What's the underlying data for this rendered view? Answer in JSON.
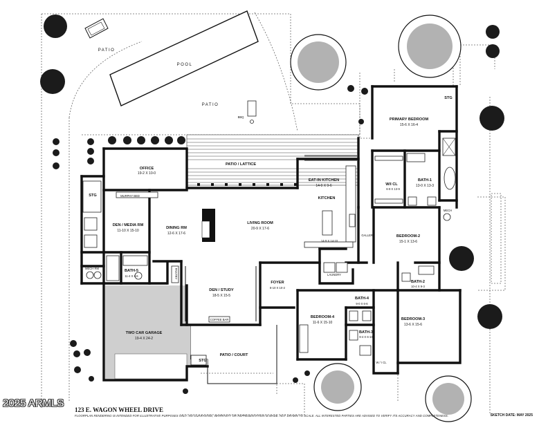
{
  "plan": {
    "outdoor": {
      "patio_north": "PATIO",
      "pool": "POOL",
      "patio_middle": "PATIO",
      "bbq": "BBQ",
      "patio_lattice": "PATIO / LATTICE",
      "patio_court": "PATIO / COURT"
    },
    "rooms": {
      "office": {
        "name": "OFFICE",
        "dims": "19-2 X 10-0"
      },
      "stg_west": {
        "name": "STG"
      },
      "murphy_bed": {
        "name": "MURPHY BED"
      },
      "den_media": {
        "name": "DEN / MEDIA RM",
        "dims": "11-10 X 15-10"
      },
      "dining": {
        "name": "DINING RM",
        "dims": "12-6 X 17-6"
      },
      "fireplace": {
        "name": "FP"
      },
      "living": {
        "name": "LIVING ROOM",
        "dims": "20-9 X 17-6"
      },
      "kitchen": {
        "name": "EAT-IN KITCHEN",
        "dims": "14-9 X 9-6"
      },
      "kitchen_label": {
        "name": "KITCHEN"
      },
      "kitchen_dims": {
        "dims": "14-9 X 14-10"
      },
      "pantry": {
        "name": "PANTRY"
      },
      "laundry": {
        "name": "LAUNDRY"
      },
      "gallery": {
        "name": "GALLERY"
      },
      "mech_west": {
        "name": "MECH RM"
      },
      "bath5": {
        "name": "BATH-5",
        "dims": "11-4 X 6-6"
      },
      "den_study": {
        "name": "DEN / STUDY",
        "dims": "18-5 X 15-5"
      },
      "coffee_bar": {
        "name": "COFFEE BAR"
      },
      "foyer": {
        "name": "FOYER",
        "dims": "8-10 X 10-2"
      },
      "garage": {
        "name": "TWO CAR GARAGE",
        "dims": "19-4 X 24-2"
      },
      "stg_garage": {
        "name": "STG"
      },
      "primary": {
        "name": "PRIMARY BEDROOM",
        "dims": "15-6 X 16-4"
      },
      "stg_primary": {
        "name": "STG"
      },
      "wic": {
        "name": "W/I CL",
        "dims": "6-9 X 13-9"
      },
      "bath1": {
        "name": "BATH-1",
        "dims": "13-0 X 13-3"
      },
      "mech_east": {
        "name": "MECH"
      },
      "bedroom2": {
        "name": "BEDROOM-2",
        "dims": "15-1 X 13-6"
      },
      "bath2": {
        "name": "BATH-2",
        "dims": "10-4 X 9-3"
      },
      "bath4": {
        "name": "BATH-4",
        "dims": "9-0 X 6-6"
      },
      "bath3": {
        "name": "BATH-3",
        "dims": "9-4 X 6-10"
      },
      "bedroom4": {
        "name": "BEDROOM-4",
        "dims": "11-6 X 15-10"
      },
      "bedroom3": {
        "name": "BEDROOM-3",
        "dims": "13-6 X 15-6"
      },
      "wi_cl": {
        "name": "W / I CL"
      }
    }
  },
  "footer": {
    "address": "123 E. WAGON WHEEL DRIVE",
    "copyright": "2025 ARMLS",
    "disclaimer": "FLOORPLAN RENDERING IS INTENDED FOR ILLUSTRATIVE PURPOSES ONLY.  NO GUARANTEE, WARRANTY OR REPRESENTATION IS MADE.  NOT DRAWN TO SCALE.  ALL INTERESTED PARTIES ARE ADVISED TO VERIFY ITS ACCURACY AND COMPLETENESS.",
    "sketch_date": "SKETCH DATE:   MAY 2025"
  },
  "colors": {
    "wall": "#111111",
    "shade": "#cfcfcf",
    "background": "#ffffff"
  }
}
